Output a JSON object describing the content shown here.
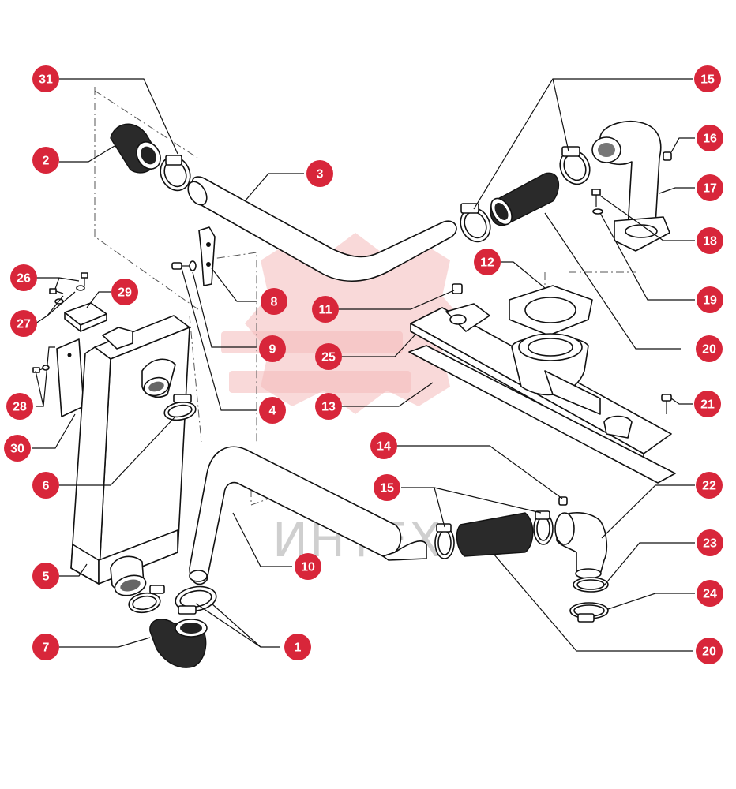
{
  "watermark": {
    "text": "ИНТЕХ",
    "color": "#f4b9b9"
  },
  "callout_color": "#d8263a",
  "callouts": {
    "c31": "31",
    "c2": "2",
    "c3": "3",
    "c26": "26",
    "c29": "29",
    "c27": "27",
    "c28": "28",
    "c30": "30",
    "c6": "6",
    "c5": "5",
    "c7": "7",
    "c1": "1",
    "c10": "10",
    "c8": "8",
    "c9": "9",
    "c4": "4",
    "c11": "11",
    "c25": "25",
    "c13": "13",
    "c14": "14",
    "c15a": "15",
    "c15b": "15",
    "c20a": "20",
    "c20b": "20",
    "c12": "12",
    "c16": "16",
    "c17": "17",
    "c18": "18",
    "c19": "19",
    "c21": "21",
    "c22": "22",
    "c23": "23",
    "c24": "24"
  }
}
